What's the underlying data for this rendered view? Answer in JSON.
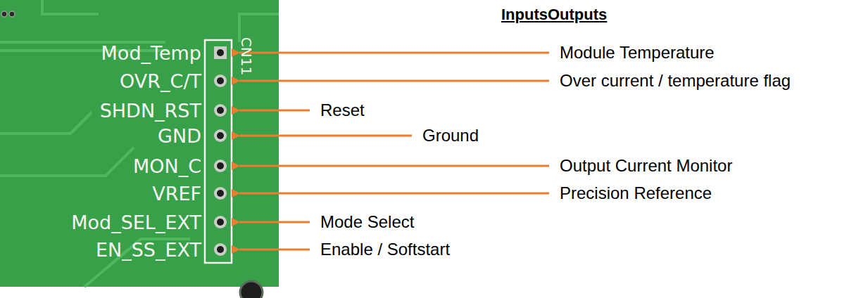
{
  "diagram": {
    "title": "InputsOutputs",
    "labels": [
      "Mod_Temp",
      "CN11",
      "OVR_C/T",
      "SHDN_RST",
      "GND",
      "MON_C",
      "VREF",
      "Mod_SEL_EXT",
      "EN_SS_EXT",
      "Module Temperature",
      "Over current / temperature flag",
      "Reset",
      "Ground",
      "Output Current Monitor",
      "Precision Reference",
      "Mode Select",
      "Enable / Softstart"
    ]
  }
}
